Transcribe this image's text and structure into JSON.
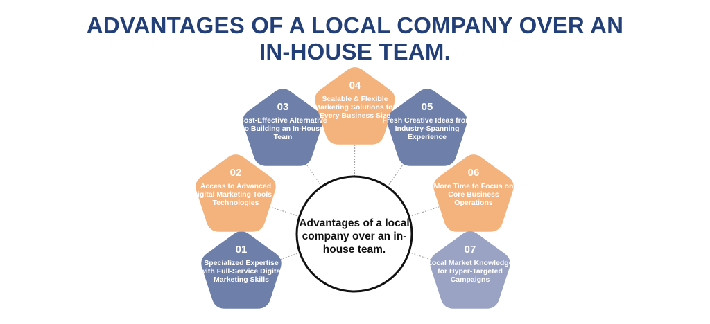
{
  "title": {
    "line1": "ADVANTAGES OF A LOCAL COMPANY OVER AN",
    "line2": "IN-HOUSE TEAM."
  },
  "center": {
    "text": "Advantages of a local company over an in-house team."
  },
  "colors": {
    "title": "#233f78",
    "blue": "#6e7fa9",
    "light_blue": "#9aa3c3",
    "orange": "#f4b27c",
    "connector": "#9a9a9a"
  },
  "items": [
    {
      "number": "01",
      "label": "Specialized Expertise with Full-Service Digital Marketing Skills"
    },
    {
      "number": "02",
      "label": "Access to Advanced Digital Marketing Tools & Technologies"
    },
    {
      "number": "03",
      "label": "Cost-Effective Alternative to Building an In-House Team"
    },
    {
      "number": "04",
      "label": "Scalable & Flexible Marketing Solutions for Every Business Size"
    },
    {
      "number": "05",
      "label": "Fresh Creative Ideas from Industry-Spanning Experience"
    },
    {
      "number": "06",
      "label": "More Time to Focus on Core Business Operations"
    },
    {
      "number": "07",
      "label": "Local Market Knowledge for Hyper-Targeted Campaigns"
    }
  ]
}
